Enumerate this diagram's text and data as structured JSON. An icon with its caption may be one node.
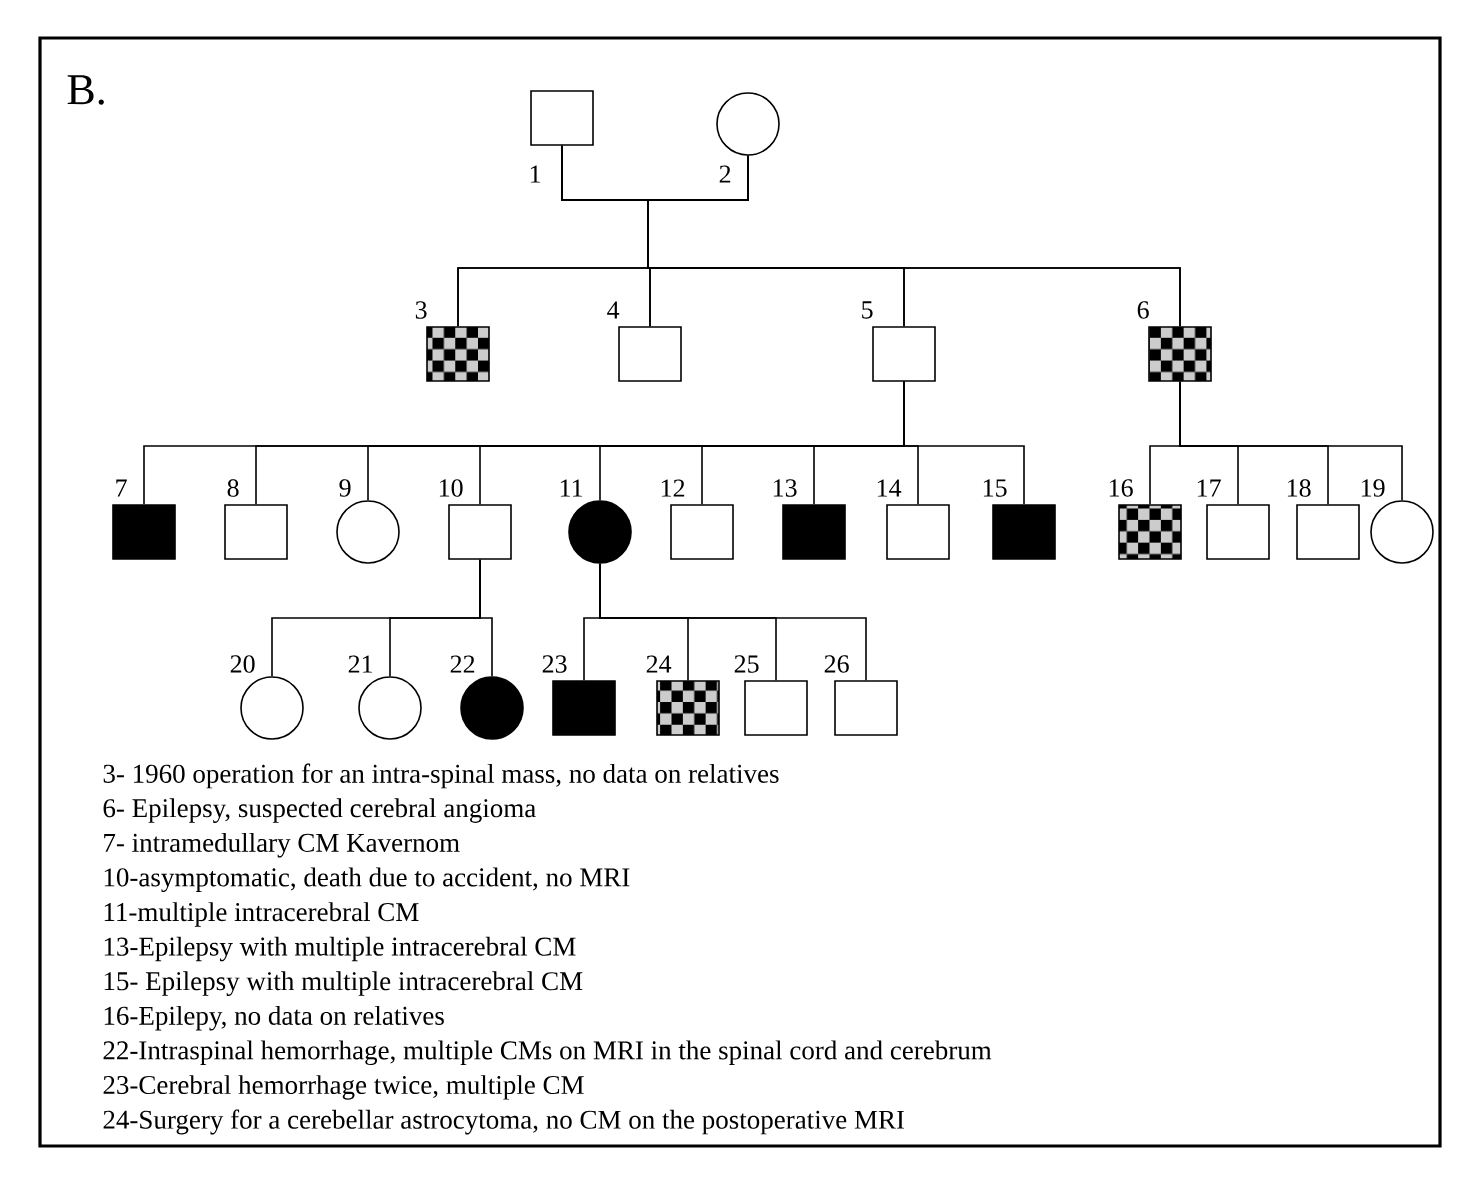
{
  "diagram": {
    "nodes": [
      {
        "text": [],
        "shape": "box",
        "beside": [
          "1"
        ]
      },
      {
        "text": [],
        "shape": "circle",
        "beside": [
          "2"
        ]
      },
      {
        "text": [],
        "shape": "box",
        "beside": [
          "3"
        ]
      },
      {
        "text": [],
        "shape": "box",
        "beside": [
          "4"
        ]
      },
      {
        "text": [],
        "shape": "box",
        "beside": [
          "5"
        ]
      },
      {
        "text": [],
        "shape": "box",
        "beside": [
          "6"
        ]
      },
      {
        "text": [],
        "shape": "box",
        "beside": [
          "7"
        ]
      },
      {
        "text": [],
        "shape": "box",
        "beside": [
          "8"
        ]
      },
      {
        "text": [],
        "shape": "circle",
        "beside": [
          "9"
        ]
      },
      {
        "text": [],
        "shape": "box",
        "beside": [
          "10"
        ]
      },
      {
        "text": [],
        "shape": "circle",
        "beside": [
          "11"
        ]
      },
      {
        "text": [],
        "shape": "box",
        "beside": [
          "12"
        ]
      },
      {
        "text": [],
        "shape": "box",
        "beside": [
          "13"
        ]
      },
      {
        "text": [],
        "shape": "box",
        "beside": [
          "14"
        ]
      },
      {
        "text": [],
        "shape": "box",
        "beside": [
          "15"
        ]
      },
      {
        "text": [],
        "shape": "box",
        "beside": [
          "16"
        ]
      },
      {
        "text": [],
        "shape": "box",
        "beside": [
          "17"
        ]
      },
      {
        "text": [],
        "shape": "box",
        "beside": [
          "18"
        ]
      },
      {
        "text": [],
        "shape": "circle",
        "beside": [
          "19"
        ]
      },
      {
        "text": [],
        "shape": "circle",
        "beside": [
          "20"
        ]
      },
      {
        "text": [],
        "shape": "circle",
        "beside": [
          "21"
        ]
      },
      {
        "text": [],
        "shape": "circle",
        "beside": [
          "22"
        ]
      },
      {
        "text": [],
        "shape": "box",
        "beside": [
          "23"
        ]
      },
      {
        "text": [],
        "shape": "box",
        "beside": [
          "24"
        ]
      },
      {
        "text": [],
        "shape": "box",
        "beside": [
          "25"
        ]
      },
      {
        "text": [],
        "shape": "box",
        "beside": [
          "26"
        ]
      }
    ],
    "edges": [
      {
        "from": 0,
        "to": 1,
        "arrow": "none"
      },
      {
        "from": 0,
        "to": 2,
        "arrow": "none"
      },
      {
        "from": 0,
        "to": 3,
        "arrow": "none"
      },
      {
        "from": 0,
        "to": 4,
        "arrow": "none"
      },
      {
        "from": 0,
        "to": 5,
        "arrow": "none"
      },
      {
        "from": 1,
        "to": 2,
        "arrow": "none"
      },
      {
        "from": 1,
        "to": 3,
        "arrow": "none"
      },
      {
        "from": 1,
        "to": 4,
        "arrow": "none"
      },
      {
        "from": 1,
        "to": 5,
        "arrow": "none"
      },
      {
        "from": 4,
        "to": 6,
        "arrow": "none"
      },
      {
        "from": 4,
        "to": 7,
        "arrow": "none"
      },
      {
        "from": 4,
        "to": 8,
        "arrow": "none"
      },
      {
        "from": 4,
        "to": 9,
        "arrow": "none"
      },
      {
        "from": 4,
        "to": 10,
        "arrow": "none"
      },
      {
        "from": 4,
        "to": 11,
        "arrow": "none"
      },
      {
        "from": 4,
        "to": 12,
        "arrow": "none"
      },
      {
        "from": 4,
        "to": 13,
        "arrow": "none"
      },
      {
        "from": 4,
        "to": 14,
        "arrow": "none"
      },
      {
        "from": 5,
        "to": 15,
        "arrow": "none"
      },
      {
        "from": 5,
        "to": 16,
        "arrow": "none"
      },
      {
        "from": 5,
        "to": 17,
        "arrow": "none"
      },
      {
        "from": 5,
        "to": 18,
        "arrow": "none"
      },
      {
        "from": 9,
        "to": 19,
        "arrow": "none"
      },
      {
        "from": 9,
        "to": 20,
        "arrow": "none"
      },
      {
        "from": 9,
        "to": 21,
        "arrow": "none"
      },
      {
        "from": 10,
        "to": 22,
        "arrow": "none"
      },
      {
        "from": 10,
        "to": 23,
        "arrow": "none"
      },
      {
        "from": 10,
        "to": 24,
        "arrow": "none"
      },
      {
        "from": 10,
        "to": 25,
        "arrow": "none"
      }
    ],
    "labels": [
      "B.",
      "3- 1960 operation for an intra-spinal mass, no data on relatives",
      "6- Epilepsy, suspected cerebral angioma",
      "7- intramedullary CM Kavernom",
      "10-asymptomatic, death due to accident, no MRI",
      "11-multiple intracerebral CM",
      "13-Epilepsy with multiple intracerebral CM",
      "15- Epilepsy with multiple intracerebral CM",
      "16-Epilepy, no data on relatives",
      "22-Intraspinal hemorrhage, multiple CMs on MRI in the spinal cord and cerebrum",
      "23-Cerebral hemorrhage twice, multiple CM",
      "24-Surgery for a cerebellar astrocytoma, no CM on the postoperative MRI"
    ]
  }
}
